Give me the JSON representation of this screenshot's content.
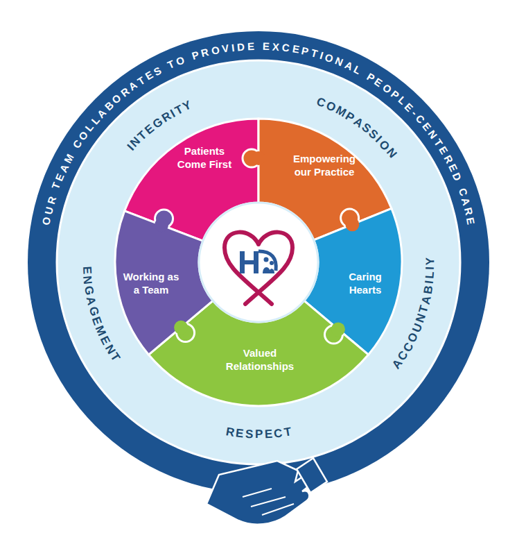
{
  "diagram": {
    "nodes": [
      {
        "text": [
          "OUR TEAM COLLABORATES TO PROVIDE EXCEPTIONAL PEOPLE-CENTERED CARE"
        ]
      },
      {
        "text": [
          "INTEGRITY",
          "COMPASSION",
          "ACCOUNTABILIY",
          "RESPECT",
          "ENGAGEMENT"
        ],
        "in": 0
      },
      {
        "text": [
          "Patients Come First"
        ],
        "in": 1
      },
      {
        "text": [
          "Empowering our Practice"
        ],
        "in": 1
      },
      {
        "text": [
          "Caring Hearts"
        ],
        "in": 1
      },
      {
        "text": [
          "Valued Relationships"
        ],
        "in": 1
      },
      {
        "text": [
          "Working as a Team"
        ],
        "in": 1
      }
    ]
  }
}
